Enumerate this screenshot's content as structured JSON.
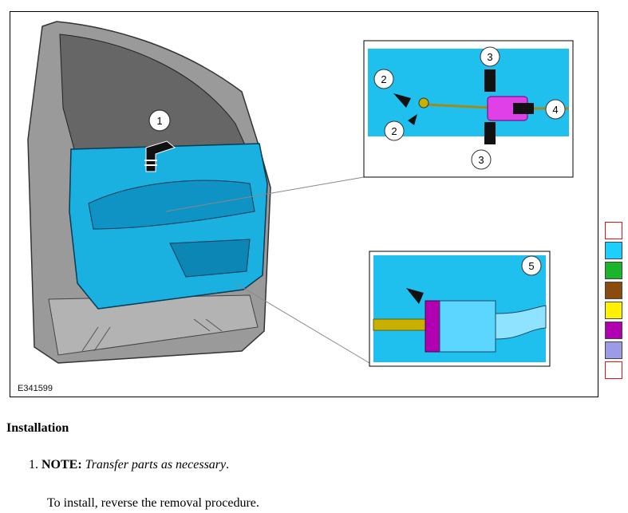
{
  "figure": {
    "id_label": "E341599",
    "callouts": [
      "1",
      "2",
      "2",
      "3",
      "3",
      "4",
      "5"
    ]
  },
  "legend": {
    "swatches": [
      "",
      "#1ccfff",
      "#1ab52a",
      "#8a4b0f",
      "#fff200",
      "#b000b0",
      "#9b9be8",
      ""
    ]
  },
  "text": {
    "section_title": "Installation",
    "step_number": "1.",
    "note_label": "NOTE:",
    "note_text": "Transfer parts as necessary",
    "note_end": ".",
    "instruction": "To install, reverse the removal procedure."
  }
}
